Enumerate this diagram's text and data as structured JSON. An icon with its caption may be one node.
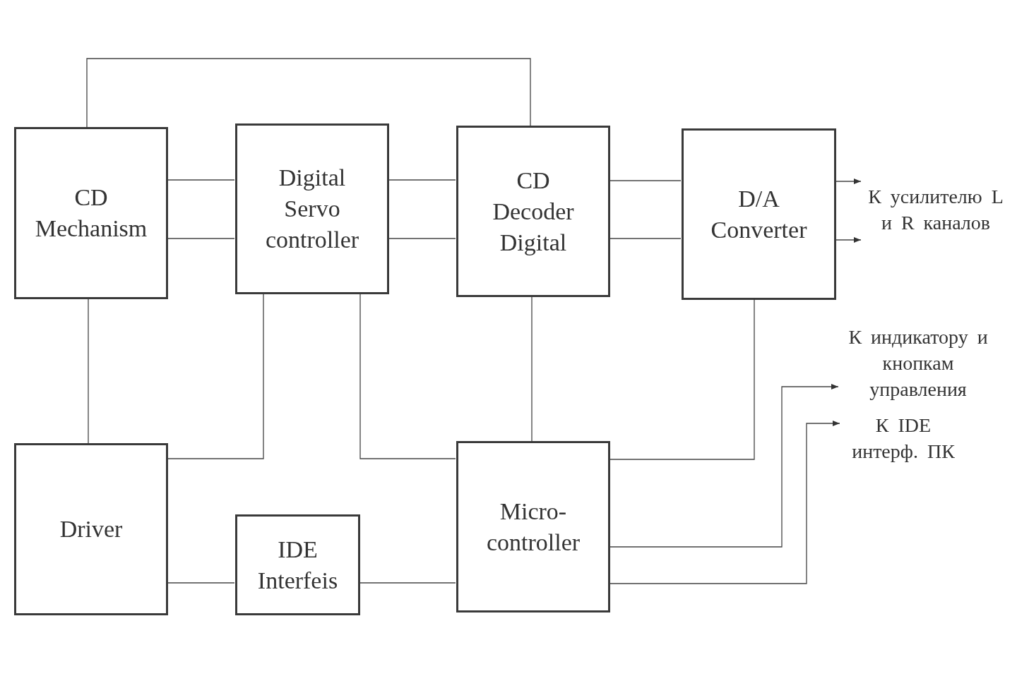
{
  "diagram": {
    "nodes": [
      {
        "text": [
          "CD Mechanism"
        ]
      },
      {
        "text": [
          "Digital Servo controller"
        ]
      },
      {
        "text": [
          "CD Decoder Digital"
        ]
      },
      {
        "text": [
          "D/A Converter"
        ]
      },
      {
        "text": [
          "Driver"
        ]
      },
      {
        "text": [
          "IDE Interfeis"
        ]
      },
      {
        "text": [
          "Micro- controller"
        ]
      },
      {
        "text": [
          "К усилителю L и R каналов"
        ]
      },
      {
        "text": [
          "К индикатору и кнопкам управления"
        ]
      },
      {
        "text": [
          "К IDE интерф. ПК"
        ]
      }
    ],
    "edges": [
      {
        "from": 0,
        "to": 2,
        "arrow": "none"
      },
      {
        "from": 0,
        "to": 1,
        "arrow": "none"
      },
      {
        "from": 0,
        "to": 1,
        "arrow": "none"
      },
      {
        "from": 1,
        "to": 2,
        "arrow": "none"
      },
      {
        "from": 1,
        "to": 2,
        "arrow": "none"
      },
      {
        "from": 2,
        "to": 3,
        "arrow": "none"
      },
      {
        "from": 2,
        "to": 3,
        "arrow": "none"
      },
      {
        "from": 3,
        "to": 7,
        "arrow": "to"
      },
      {
        "from": 3,
        "to": 7,
        "arrow": "to"
      },
      {
        "from": 0,
        "to": 4,
        "arrow": "none"
      },
      {
        "from": 4,
        "to": 1,
        "arrow": "none"
      },
      {
        "from": 1,
        "to": 6,
        "arrow": "none"
      },
      {
        "from": 2,
        "to": 6,
        "arrow": "none"
      },
      {
        "from": 3,
        "to": 6,
        "arrow": "none"
      },
      {
        "from": 4,
        "to": 5,
        "arrow": "none"
      },
      {
        "from": 5,
        "to": 6,
        "arrow": "none"
      },
      {
        "from": 6,
        "to": 8,
        "arrow": "to"
      },
      {
        "from": 6,
        "to": 9,
        "arrow": "to"
      }
    ]
  }
}
